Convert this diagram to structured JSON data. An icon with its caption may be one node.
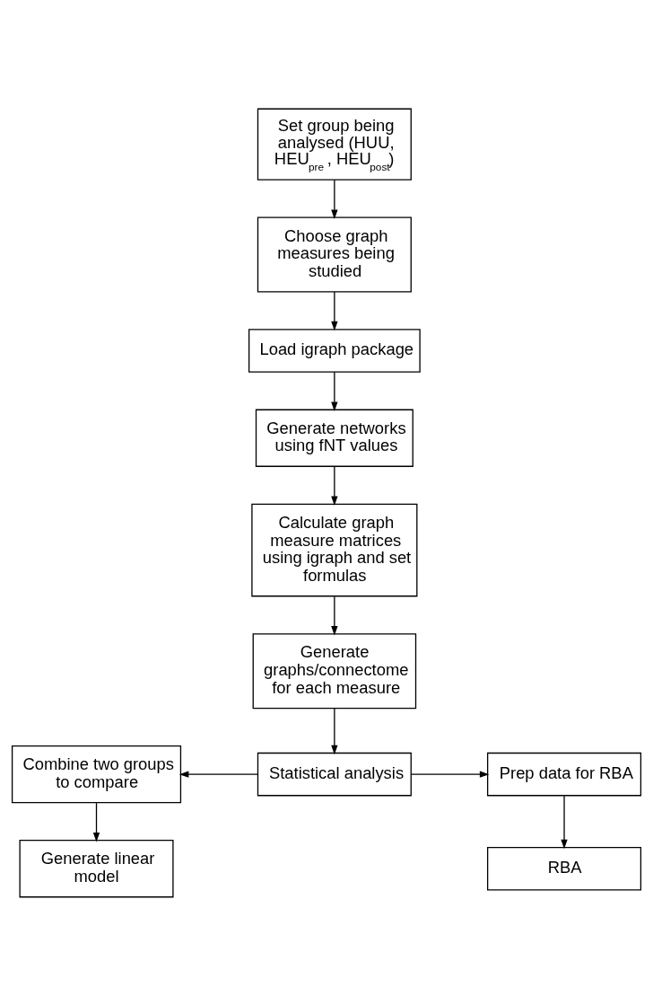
{
  "diagram": {
    "nodes": [
      {
        "text": [
          "Set group being analysed (HUU, HEU$_{pre}$ , HEU$_{post}$)"
        ]
      },
      {
        "text": [
          "Choose graph measures being studied"
        ]
      },
      {
        "text": [
          "Load igraph package"
        ]
      },
      {
        "text": [
          "Generate networks using fNT values"
        ]
      },
      {
        "text": [
          "Calculate graph measure matrices using igraph and set formulas"
        ]
      },
      {
        "text": [
          "Generate graphs/connectome for each measure"
        ]
      },
      {
        "text": [
          "Combine two groups to compare"
        ]
      },
      {
        "text": [
          "Statistical analysis"
        ]
      },
      {
        "text": [
          "Prep data for RBA"
        ]
      },
      {
        "text": [
          "Generate linear model"
        ]
      },
      {
        "text": [
          "RBA"
        ]
      }
    ],
    "edges": [
      {
        "from": 0,
        "to": 1,
        "arrow": "to"
      },
      {
        "from": 1,
        "to": 2,
        "arrow": "to"
      },
      {
        "from": 2,
        "to": 3,
        "arrow": "to"
      },
      {
        "from": 3,
        "to": 4,
        "arrow": "to"
      },
      {
        "from": 4,
        "to": 5,
        "arrow": "to"
      },
      {
        "from": 5,
        "to": 7,
        "arrow": "to"
      },
      {
        "from": 7,
        "to": 6,
        "arrow": "to"
      },
      {
        "from": 7,
        "to": 8,
        "arrow": "to"
      },
      {
        "from": 6,
        "to": 9,
        "arrow": "to"
      },
      {
        "from": 8,
        "to": 10,
        "arrow": "to"
      }
    ]
  }
}
